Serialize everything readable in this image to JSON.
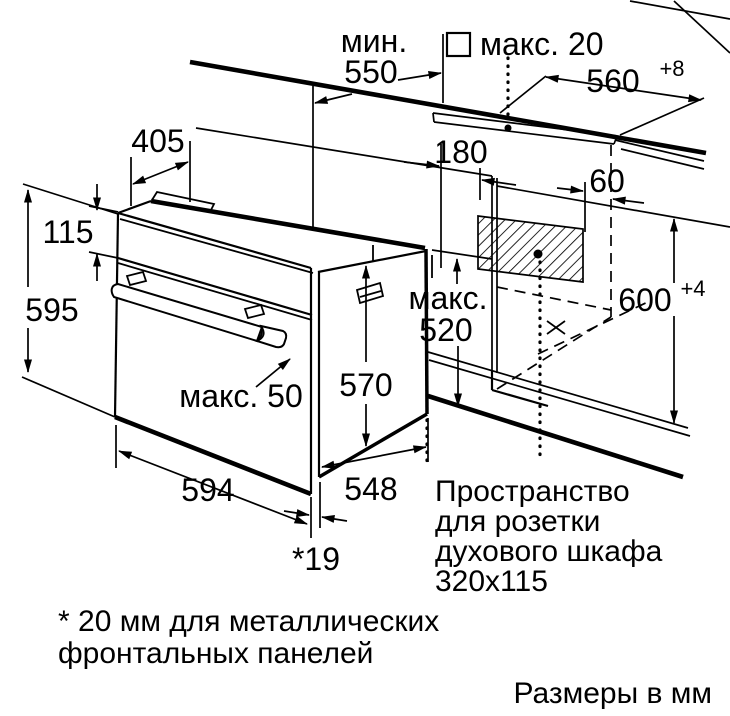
{
  "drawing": {
    "dims": {
      "min_word": "мин.",
      "min_value": "550",
      "max20": "макс. 20",
      "niche_width": "560",
      "niche_width_tol": "+8",
      "top_depth": "405",
      "panel_height": "115",
      "oven_height": "595",
      "socket_left": "180",
      "socket_right": "60",
      "niche_height": "600",
      "niche_height_tol": "+4",
      "max_word": "макс.",
      "max_depth": "520",
      "inner_height": "570",
      "handle_max": "макс. 50",
      "oven_width": "594",
      "oven_depth": "548",
      "front_gap": "*19"
    },
    "notes": {
      "socket_line1": "Пространство",
      "socket_line2": "для розетки",
      "socket_line3": "духового шкафа",
      "socket_line4": "320x115",
      "asterisk_line1": "* 20 мм для металлических",
      "asterisk_line2": "фронтальных панелей",
      "units": "Размеры в мм"
    }
  }
}
